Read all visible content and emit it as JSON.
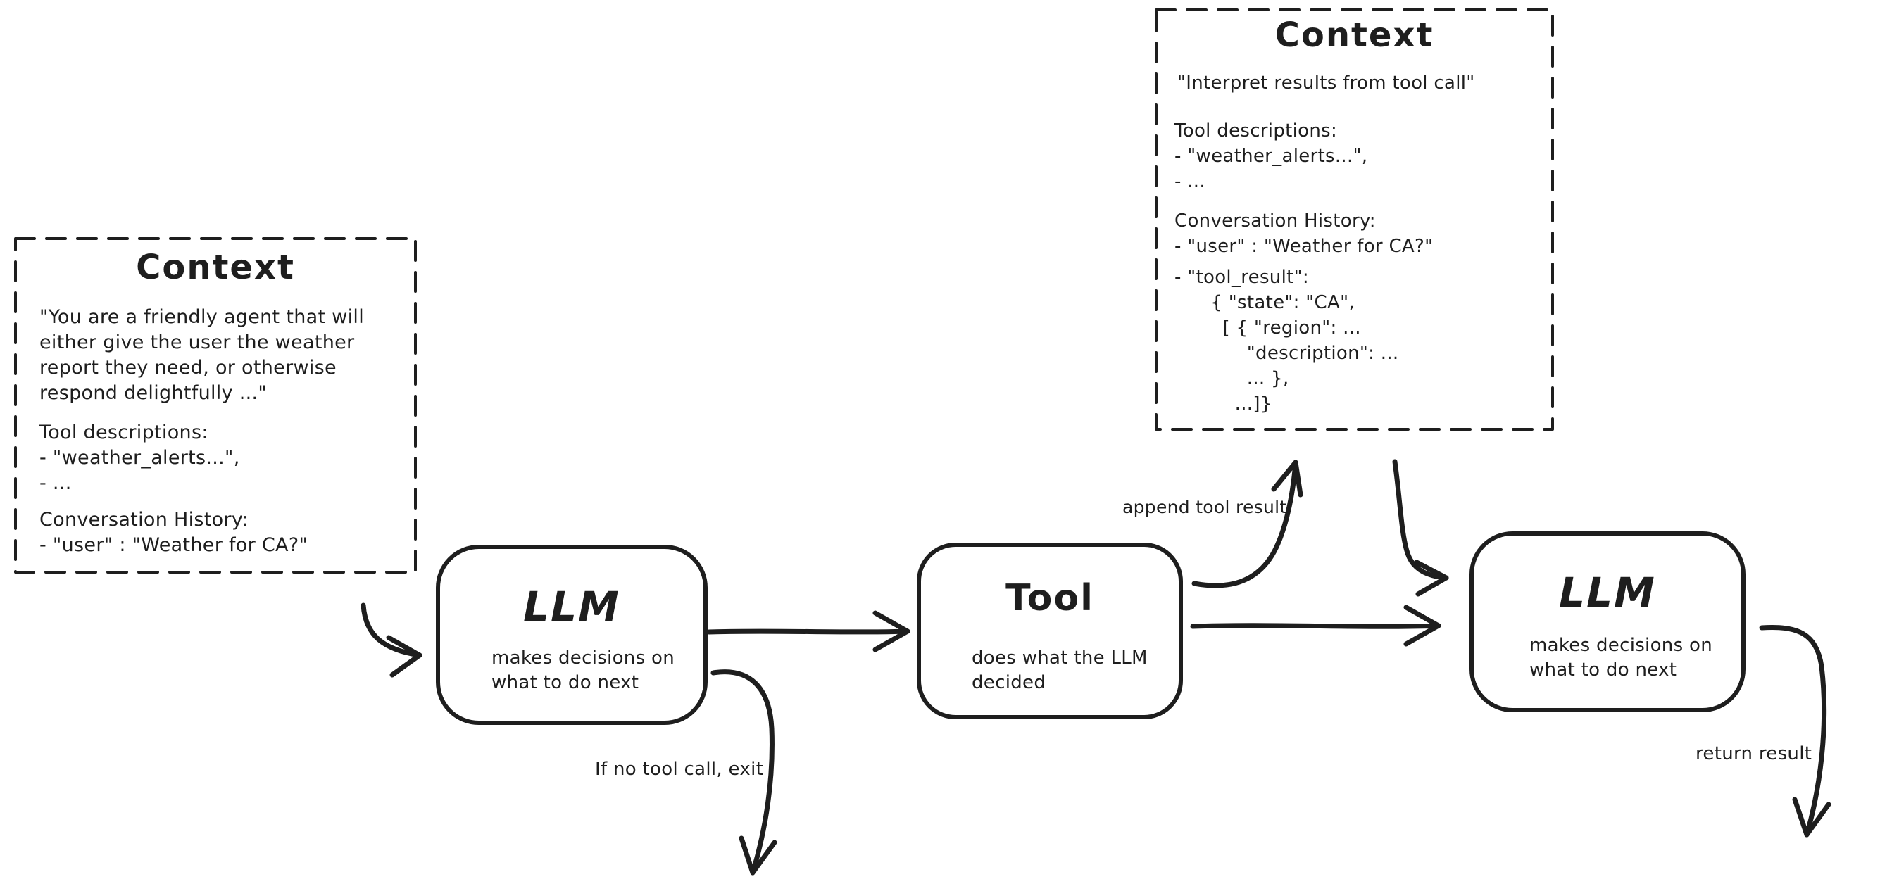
{
  "diagram": {
    "context_left": {
      "title": "Context",
      "system_prompt": "\"You are a friendly agent that will\neither give the user the weather\nreport they need, or otherwise\nrespond delightfully ...\"",
      "tool_descriptions": "Tool descriptions:\n- \"weather_alerts...\",\n- ...",
      "conversation_history": "Conversation History:\n- \"user\" : \"Weather for CA?\""
    },
    "context_right": {
      "title": "Context",
      "instruction": "\"Interpret results from tool call\"",
      "tool_descriptions": "Tool descriptions:\n- \"weather_alerts...\",\n- ...",
      "conversation_history": "Conversation History:\n- \"user\" : \"Weather for CA?\"",
      "tool_result": "- \"tool_result\":\n      { \"state\": \"CA\",\n        [ { \"region\": ...\n            \"description\": ...\n            ... },\n          ...]}"
    },
    "nodes": {
      "llm1": {
        "title": "LLM",
        "subtitle": "makes decisions on\nwhat to do next"
      },
      "tool": {
        "title": "Tool",
        "subtitle": "does what the LLM\ndecided"
      },
      "llm2": {
        "title": "LLM",
        "subtitle": "makes decisions on\nwhat to do next"
      }
    },
    "edge_labels": {
      "append_tool_result": "append tool result",
      "no_tool_call_exit": "If no tool call, exit",
      "return_result": "return result"
    },
    "colors": {
      "ink": "#1e1e1e",
      "background": "#ffffff"
    }
  }
}
